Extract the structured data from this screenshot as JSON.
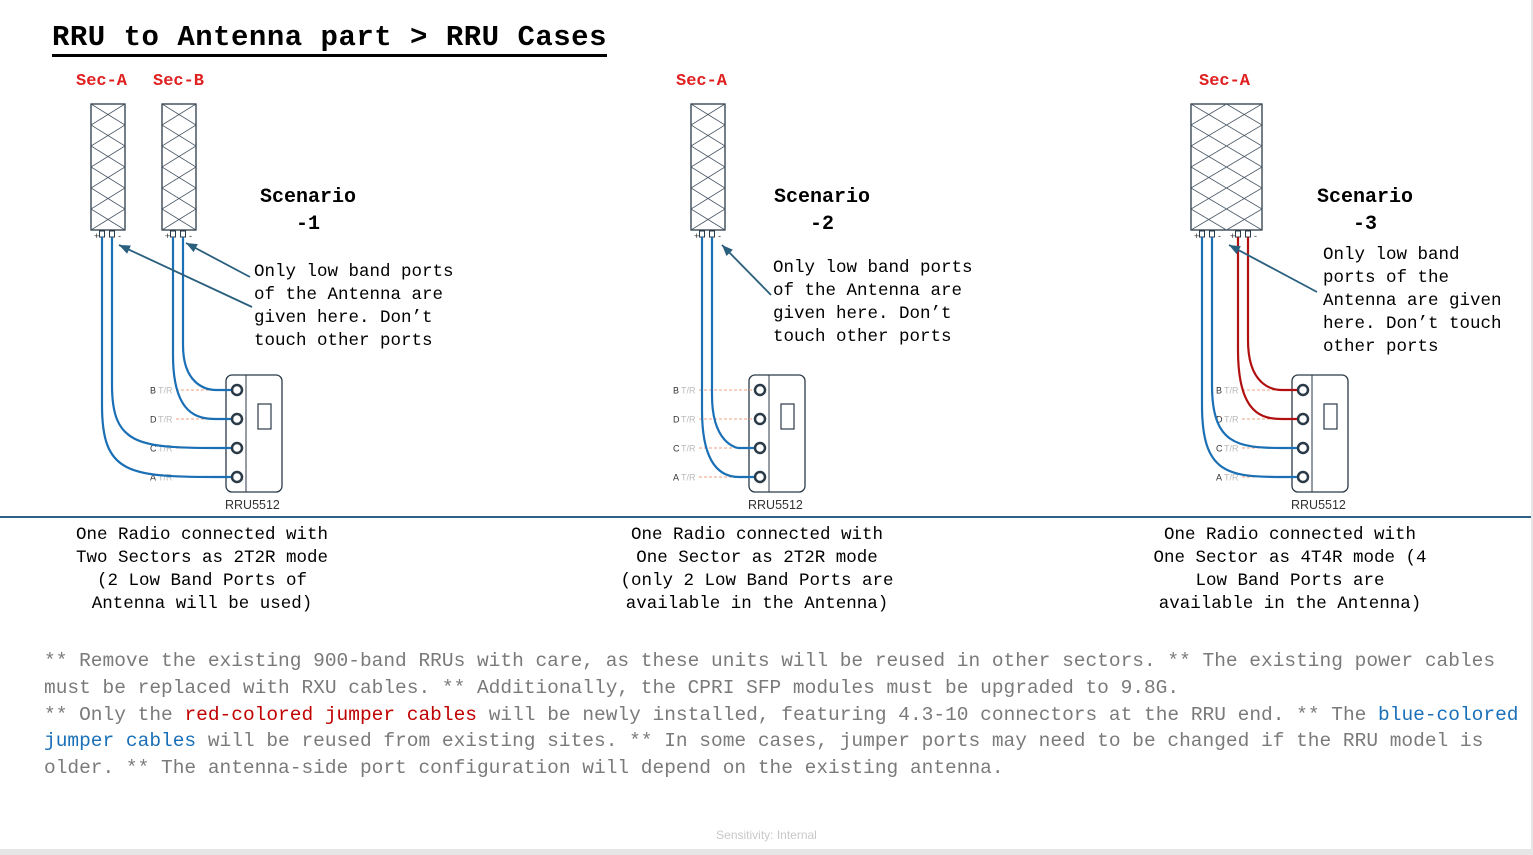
{
  "title": "RRU to Antenna part > RRU Cases",
  "colors": {
    "blue_cable": "#1a6fb5",
    "red_cable": "#b01010",
    "sector_label": "#e02020",
    "divider": "#2d6189",
    "arrow": "#2a5f7e"
  },
  "rru": {
    "model": "RRU5512",
    "port_letters": [
      "B",
      "D",
      "C",
      "A"
    ],
    "port_suffix": "T/R",
    "plus": "+",
    "minus": "-"
  },
  "scenarios": [
    {
      "sectors": [
        "Sec-A",
        "Sec-B"
      ],
      "title_line1": "Scenario",
      "title_line2": "-1",
      "note": "Only low band ports\nof the Antenna are\ngiven here. Don’t\ntouch other ports",
      "caption": "One Radio connected with\nTwo Sectors as 2T2R mode\n(2 Low Band Ports of\nAntenna will be used)"
    },
    {
      "sectors": [
        "Sec-A"
      ],
      "title_line1": "Scenario",
      "title_line2": "-2",
      "note": "Only low band ports\nof the Antenna are\ngiven here. Don’t\ntouch other ports",
      "caption": "One Radio connected with\nOne Sector as 2T2R mode\n(only 2 Low Band Ports are\navailable in the Antenna)"
    },
    {
      "sectors": [
        "Sec-A"
      ],
      "title_line1": "Scenario",
      "title_line2": "-3",
      "note": "Only low band\nports of the\nAntenna are given\nhere. Don’t touch\nother ports",
      "caption": "One Radio connected with\nOne Sector as 4T4R mode (4\nLow Band Ports are\navailable in the Antenna)"
    }
  ],
  "notes": {
    "p1": "** Remove the existing 900-band RRUs with care, as these units will be reused in other sectors. ** The existing power cables must be replaced with RXU cables. ** Additionally, the CPRI SFP modules must be upgraded to 9.8G.",
    "p2_a": "** Only the ",
    "p2_red": "red-colored jumper cables",
    "p2_b": " will be newly installed, featuring 4.3-10 connectors at the RRU end. ** The ",
    "p2_blue": "blue-colored jumper cables",
    "p2_c": " will be reused from existing sites. ** In some cases, jumper ports may need to be changed if the RRU model is older. ** The antenna-side port configuration will depend on the existing antenna."
  },
  "footer": "Sensitivity: Internal"
}
